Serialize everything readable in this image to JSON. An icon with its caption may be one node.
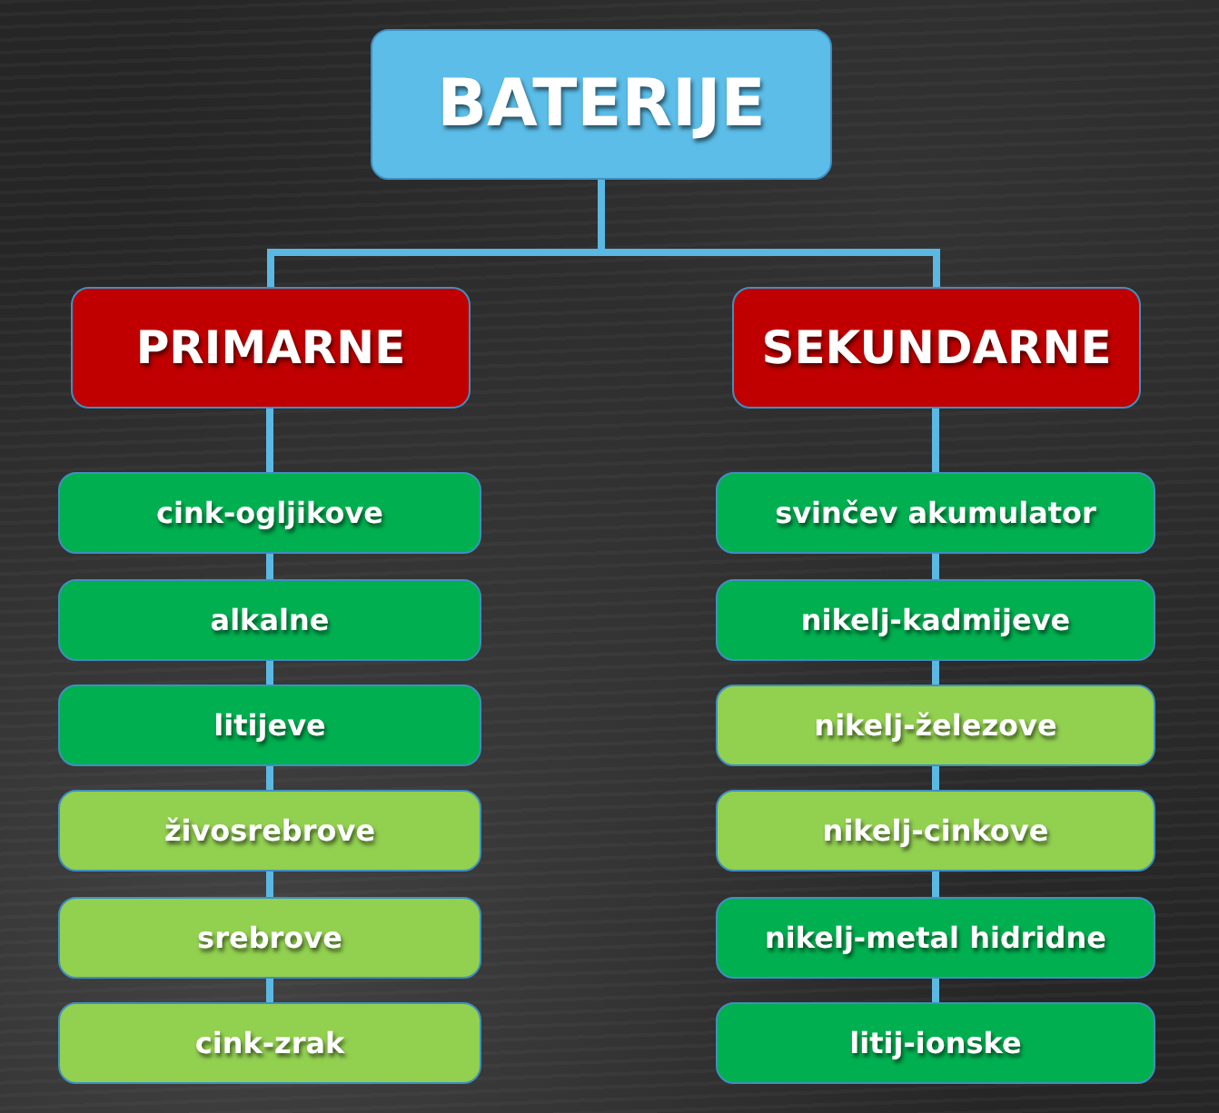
{
  "diagram": {
    "nodes": [
      {
        "text": [
          "BATERIJE"
        ]
      },
      {
        "text": [
          "PRIMARNE"
        ]
      },
      {
        "text": [
          "SEKUNDARNE"
        ]
      },
      {
        "text": [
          "cink-ogljikove"
        ]
      },
      {
        "text": [
          "alkalne"
        ]
      },
      {
        "text": [
          "litijeve"
        ]
      },
      {
        "text": [
          "živosrebrove"
        ]
      },
      {
        "text": [
          "srebrove"
        ]
      },
      {
        "text": [
          "cink-zrak"
        ]
      },
      {
        "text": [
          "svinčev akumulator"
        ]
      },
      {
        "text": [
          "nikelj-kadmijeve"
        ]
      },
      {
        "text": [
          "nikelj-železove"
        ]
      },
      {
        "text": [
          "nikelj-cinkove"
        ]
      },
      {
        "text": [
          "nikelj-metal hidridne"
        ]
      },
      {
        "text": [
          "litij-ionske"
        ]
      }
    ],
    "edges": [
      {
        "from": 0,
        "to": 1,
        "arrow": "none"
      },
      {
        "from": 0,
        "to": 2,
        "arrow": "none"
      },
      {
        "from": 1,
        "to": 3,
        "arrow": "none"
      },
      {
        "from": 3,
        "to": 4,
        "arrow": "none"
      },
      {
        "from": 4,
        "to": 5,
        "arrow": "none"
      },
      {
        "from": 5,
        "to": 6,
        "arrow": "none"
      },
      {
        "from": 6,
        "to": 7,
        "arrow": "none"
      },
      {
        "from": 7,
        "to": 8,
        "arrow": "none"
      },
      {
        "from": 2,
        "to": 9,
        "arrow": "none"
      },
      {
        "from": 9,
        "to": 10,
        "arrow": "none"
      },
      {
        "from": 10,
        "to": 11,
        "arrow": "none"
      },
      {
        "from": 11,
        "to": 12,
        "arrow": "none"
      },
      {
        "from": 12,
        "to": 13,
        "arrow": "none"
      },
      {
        "from": 13,
        "to": 14,
        "arrow": "none"
      }
    ]
  }
}
